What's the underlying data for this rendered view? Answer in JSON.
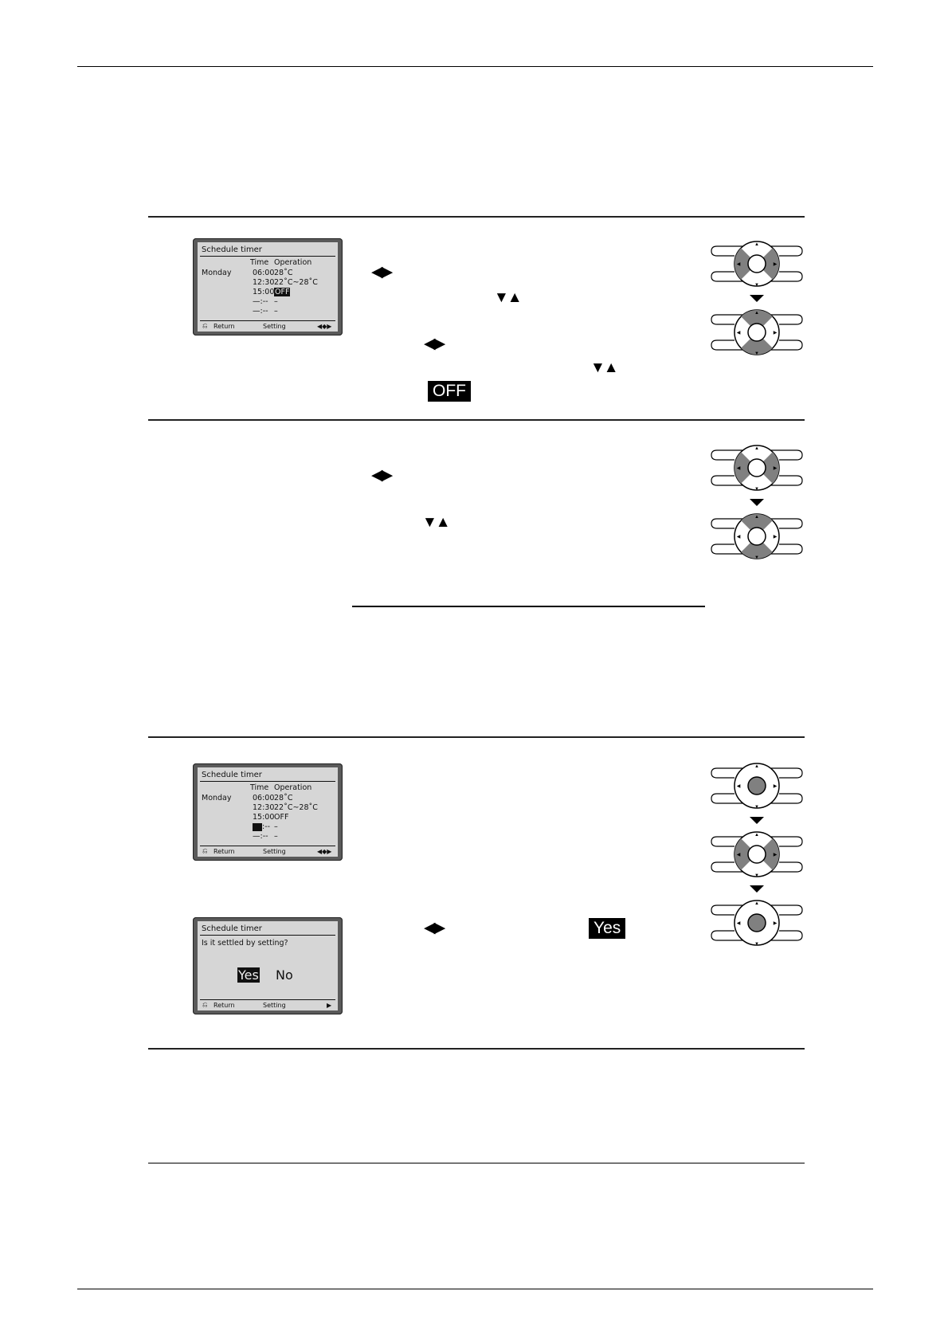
{
  "lcd_common": {
    "title": "Schedule timer",
    "col_time": "Time",
    "col_operation": "Operation",
    "day": "Monday",
    "footer_return": "Return",
    "footer_setting": "Setting"
  },
  "lcd1": {
    "rows": [
      {
        "time": "06:00",
        "op": "28˚C"
      },
      {
        "time": "12:30",
        "op": "22˚C~28˚C"
      },
      {
        "time": "15:00",
        "op": "OFF"
      },
      {
        "time": "—:-- ",
        "op": "–"
      },
      {
        "time": "—:-- ",
        "op": "–"
      }
    ]
  },
  "lcd2": {
    "rows": [
      {
        "time": "06:00",
        "op": "28˚C"
      },
      {
        "time": "12:30",
        "op": "22˚C~28˚C"
      },
      {
        "time": "15:00",
        "op": "OFF"
      },
      {
        "time": ":-- ",
        "op": "–"
      },
      {
        "time": "—:-- ",
        "op": "–"
      }
    ]
  },
  "lcd3": {
    "question": "Is it settled by setting?",
    "yes": "Yes",
    "no": "No"
  },
  "glyphs": {
    "left_right": "◀▶",
    "down_up": "▼▲"
  },
  "tags": {
    "off": "OFF",
    "yes": "Yes"
  }
}
